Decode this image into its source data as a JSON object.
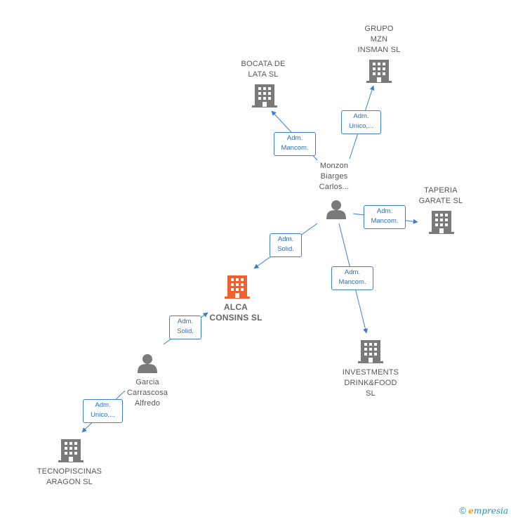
{
  "colors": {
    "company": "#7a7a7a",
    "focus_company": "#f06030",
    "person": "#7a7a7a",
    "edge": "#3a7fd0"
  },
  "nodes": {
    "grupo": {
      "label": "GRUPO\nMZN\nINSMAN  SL",
      "icon": "building-icon"
    },
    "bocata": {
      "label": "BOCATA DE\nLATA  SL",
      "icon": "building-icon"
    },
    "monzon": {
      "label": "Monzon\nBiarges\nCarlos...",
      "icon": "person-icon"
    },
    "taperia": {
      "label": "TAPERIA\nGARATE  SL",
      "icon": "building-icon"
    },
    "alca": {
      "label": "ALCA\nCONSINS  SL",
      "icon": "building-icon"
    },
    "investments": {
      "label": "INVESTMENTS\nDRINK&FOOD\nSL",
      "icon": "building-icon"
    },
    "garcia": {
      "label": "Garcia\nCarrascosa\nAlfredo",
      "icon": "person-icon"
    },
    "tecno": {
      "label": "TECNOPISCINAS\nARAGON  SL",
      "icon": "building-icon"
    }
  },
  "edges": [
    {
      "id": "monzon-bocata",
      "label": "Adm.\nMancom."
    },
    {
      "id": "monzon-grupo",
      "label": "Adm.\nUnico,..."
    },
    {
      "id": "monzon-taperia",
      "label": "Adm.\nMancom."
    },
    {
      "id": "monzon-alca",
      "label": "Adm.\nSolid."
    },
    {
      "id": "monzon-investments",
      "label": "Adm.\nMancom."
    },
    {
      "id": "garcia-alca",
      "label": "Adm.\nSolid."
    },
    {
      "id": "garcia-tecno",
      "label": "Adm.\nUnico,..."
    }
  ],
  "footer": {
    "copyright": "©",
    "brand_first": "e",
    "brand_rest": "mpresia"
  }
}
